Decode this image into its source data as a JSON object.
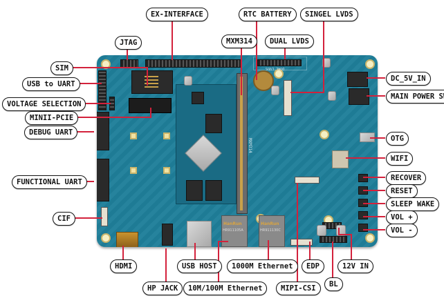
{
  "diagram": {
    "subject": "Development board component layout",
    "board_color": "#1f7f9a",
    "leader_color": "#d3213b",
    "chip_markings": {
      "ethernet_transformer_1_brand": "HanRun",
      "ethernet_transformer_1_model": "HR911105A",
      "ethernet_transformer_2_brand": "HanRun",
      "ethernet_transformer_2_model": "HR911130C",
      "mxm_slot_marking": "MXM314",
      "dual_lvds_silk": "DUAL LVDS"
    },
    "labels": {
      "ex_interface": "EX-INTERFACE",
      "jtag": "JTAG",
      "mxm314": "MXM314",
      "rtc_battery": "RTC BATTERY",
      "dual_lvds": "DUAL LVDS",
      "singel_lvds": "SINGEL LVDS",
      "sim": "SIM",
      "usb_to_uart": "USB to UART",
      "voltage_selection": "VOLTAGE SELECTION",
      "minii_pcie": "MINII-PCIE",
      "debug_uart": "DEBUG UART",
      "functional_uart": "FUNCTIONAL UART",
      "cif": "CIF",
      "dc_5v_in": "DC_5V_IN",
      "main_power_sw": "MAIN POWER SW",
      "otg": "OTG",
      "wifi": "WIFI",
      "recover": "RECOVER",
      "reset": "RESET",
      "sleep_wake": "SLEEP WAKE",
      "vol_plus": "VOL +",
      "vol_minus": "VOL -",
      "hdmi": "HDMI",
      "hp_jack": "HP JACK",
      "usb_host": "USB HOST",
      "ethernet_10_100": "10M/100M Ethernet",
      "ethernet_1000": "1000M Ethernet",
      "edp": "EDP",
      "mipi_csi": "MIPI-CSI",
      "twelve_v_in": "12V IN",
      "bl": "BL"
    }
  }
}
